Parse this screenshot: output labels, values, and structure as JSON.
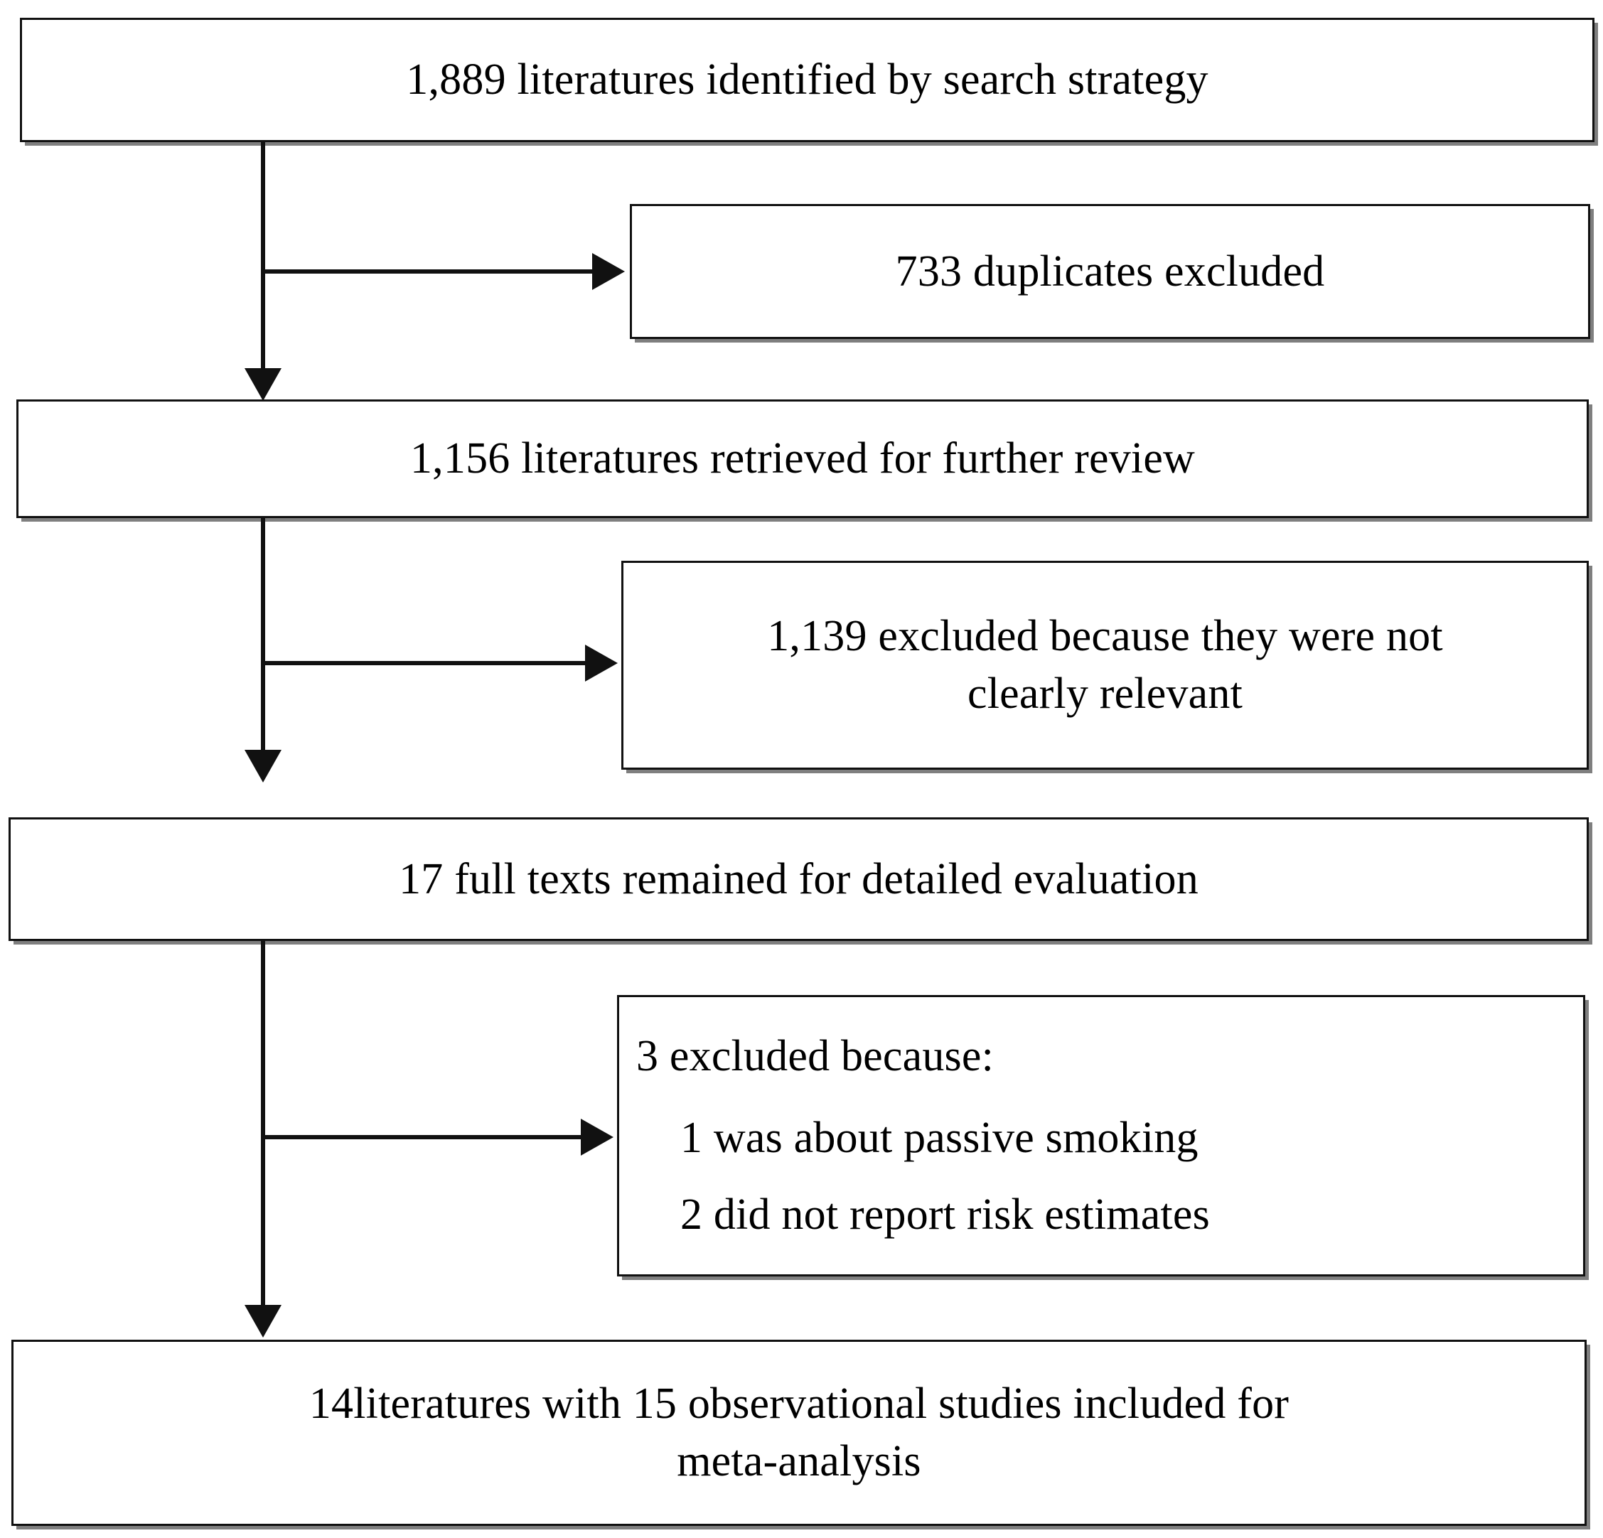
{
  "diagram": {
    "title": "Literature selection flow diagram for meta-analysis",
    "type": "flowchart",
    "orientation": "top-to-bottom",
    "colors": {
      "box_border": "#111111",
      "box_shadow": "#787878",
      "connector": "#111111",
      "background": "#ffffff",
      "text": "#000000"
    },
    "nodes": [
      {
        "id": "identified",
        "role": "main-stage",
        "lines": [
          "1,889 literatures identified by search strategy"
        ],
        "align": "center"
      },
      {
        "id": "duplicates-excluded",
        "role": "exclusion",
        "lines": [
          "733 duplicates excluded"
        ],
        "align": "center"
      },
      {
        "id": "retrieved",
        "role": "main-stage",
        "lines": [
          "1,156 literatures retrieved for further review"
        ],
        "align": "center"
      },
      {
        "id": "not-relevant-excluded",
        "role": "exclusion",
        "lines": [
          "1,139 excluded because they were not",
          "clearly relevant"
        ],
        "align": "center"
      },
      {
        "id": "full-texts",
        "role": "main-stage",
        "lines": [
          "17 full texts remained for detailed evaluation"
        ],
        "align": "center"
      },
      {
        "id": "three-excluded",
        "role": "exclusion",
        "lines": [
          "3 excluded because:",
          "1 was about passive smoking",
          "2 did not report risk estimates"
        ],
        "align": "left"
      },
      {
        "id": "included",
        "role": "main-stage",
        "lines": [
          "14literatures with 15 observational studies included for",
          "meta-analysis"
        ],
        "align": "center"
      }
    ],
    "edges": [
      {
        "from": "identified",
        "to": "retrieved",
        "kind": "vertical-arrow"
      },
      {
        "from": "identified",
        "to": "duplicates-excluded",
        "kind": "horizontal-arrow"
      },
      {
        "from": "retrieved",
        "to": "full-texts",
        "kind": "vertical-arrow"
      },
      {
        "from": "retrieved",
        "to": "not-relevant-excluded",
        "kind": "horizontal-arrow"
      },
      {
        "from": "full-texts",
        "to": "included",
        "kind": "vertical-arrow"
      },
      {
        "from": "full-texts",
        "to": "three-excluded",
        "kind": "horizontal-arrow"
      }
    ],
    "counts": {
      "identified": 1889,
      "duplicates_excluded": 733,
      "retrieved": 1156,
      "not_clearly_relevant_excluded": 1139,
      "full_texts_evaluated": 17,
      "further_excluded": 3,
      "passive_smoking": 1,
      "no_risk_estimates": 2,
      "included_literatures": 14,
      "included_studies": 15
    }
  }
}
